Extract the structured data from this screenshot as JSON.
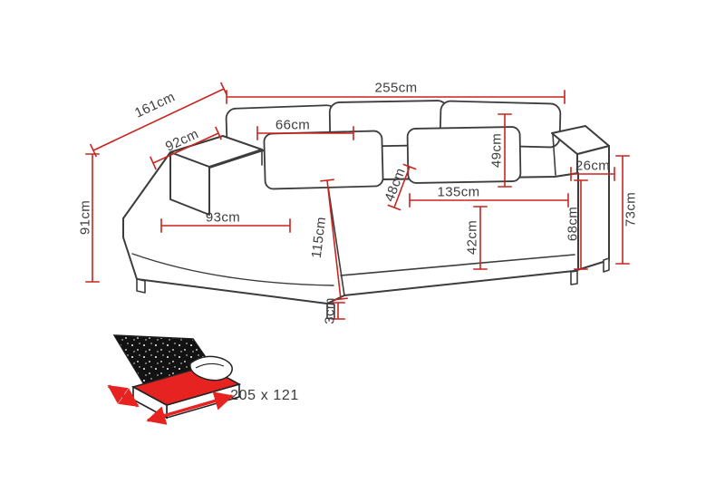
{
  "diagram": {
    "type": "corner-sofa-dimension-diagram",
    "colors": {
      "dimension_line": "#c9251f",
      "sofa_outline": "#3c3c3c",
      "label_text": "#3e3e3e",
      "mattress_red": "#e62320",
      "speckle_background": "#121212"
    },
    "dimensions": {
      "total_width": "255cm",
      "total_depth_diagonal": "161cm",
      "left_height": "91cm",
      "armrest_top_depth": "92cm",
      "back_cushion_width": "66cm",
      "back_cushion_height": "49cm",
      "right_armrest_top_width": "26cm",
      "right_side_height": "73cm",
      "chaise_width": "93cm",
      "chaise_depth": "115cm",
      "seat_depth": "48cm",
      "seat_width": "135cm",
      "seat_height": "42cm",
      "inner_back_height": "68cm",
      "leg_height": "3cm"
    },
    "sleeping_area": {
      "size_label": "205 x 121"
    }
  }
}
